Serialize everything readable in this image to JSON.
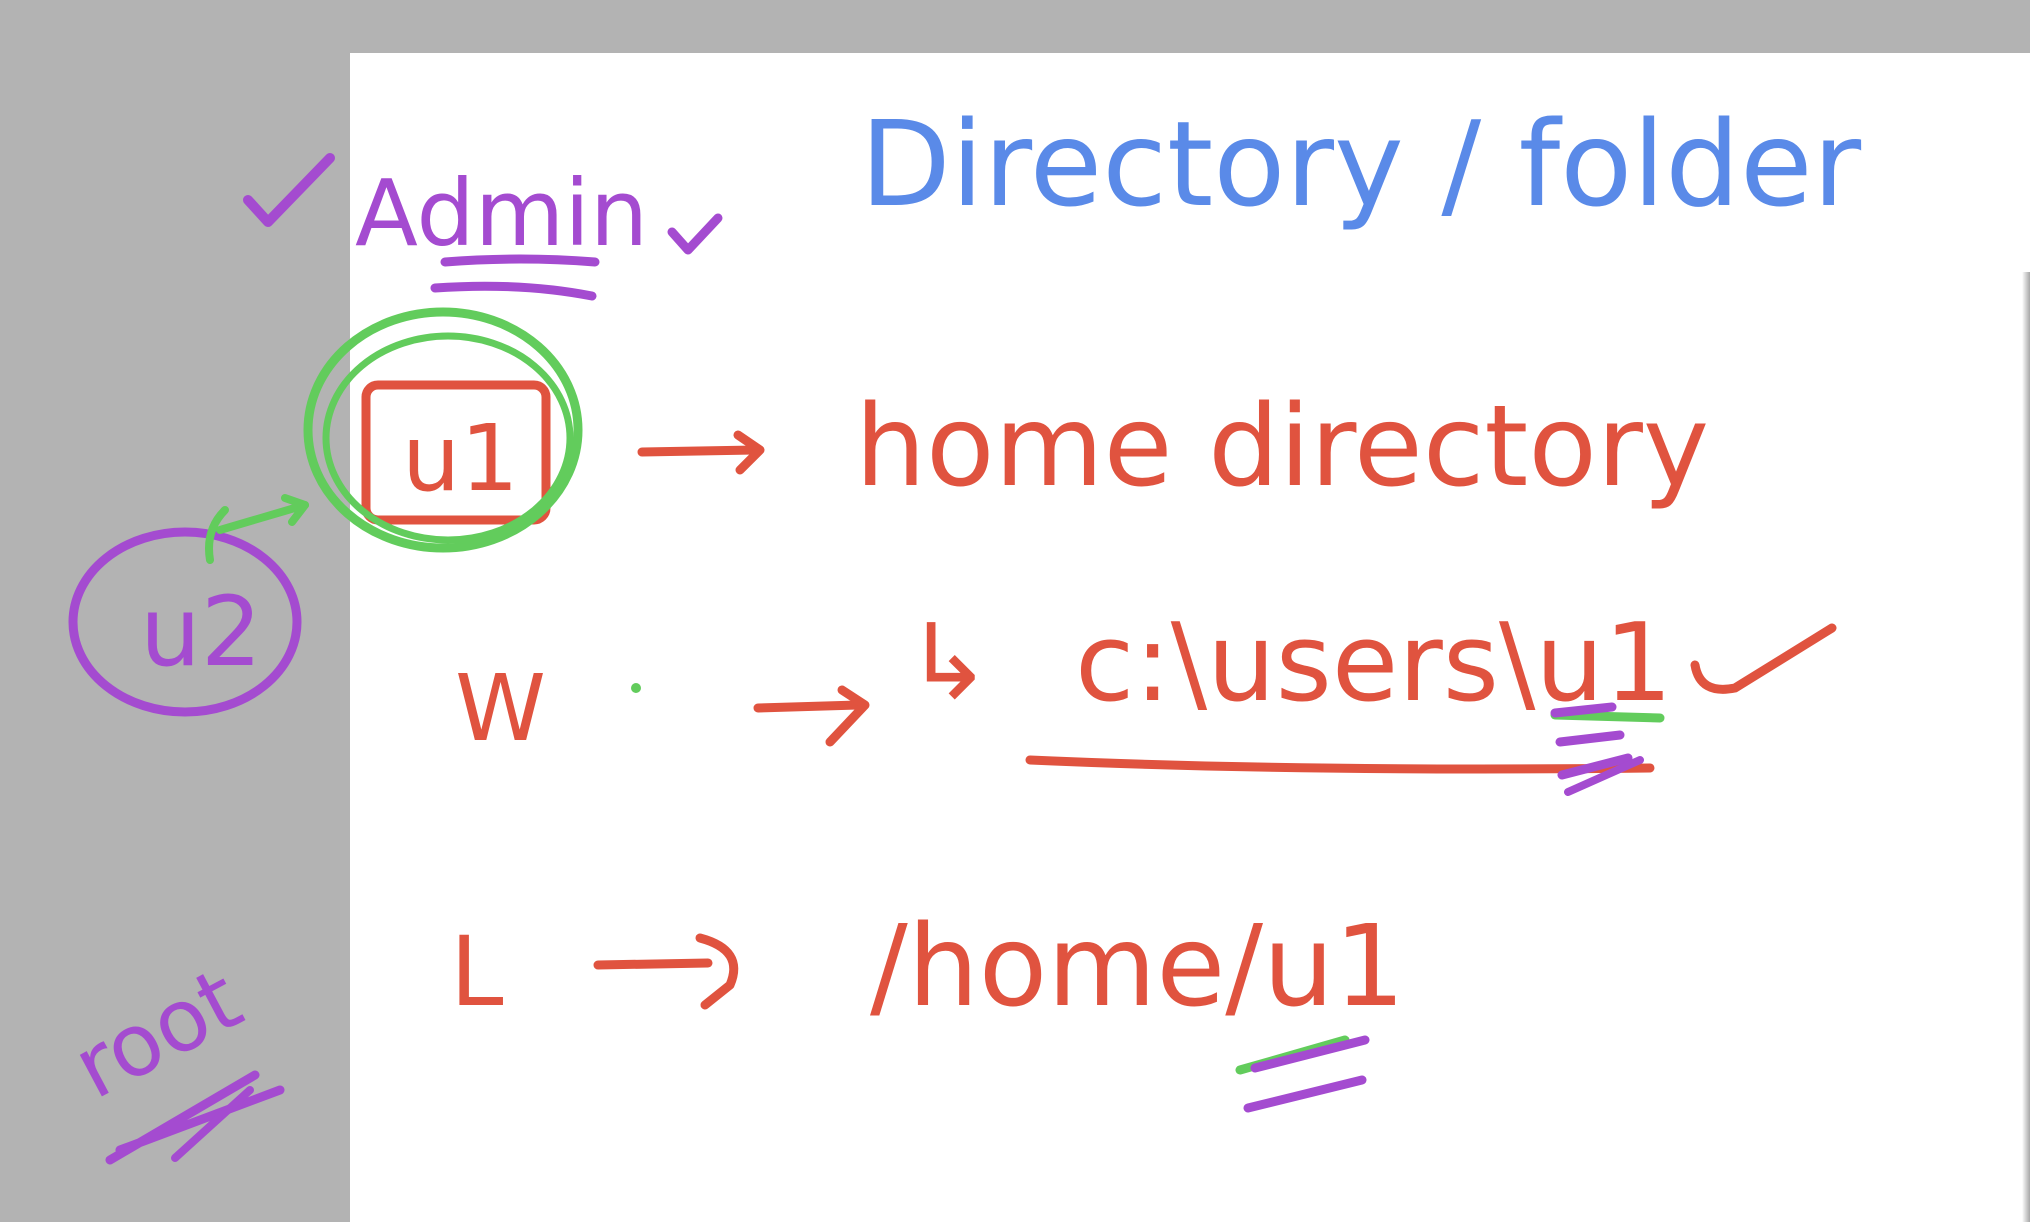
{
  "colors": {
    "background": "#b3b3b3",
    "sheet": "#ffffff",
    "blue": "#5a8ae8",
    "purple": "#a44bd0",
    "red": "#e0533f",
    "green": "#62cc5c"
  },
  "title": "Directory / folder",
  "nodes": {
    "admin": "Admin",
    "u1": "u1",
    "u2": "u2",
    "home_directory": "home directory",
    "windows": "W",
    "windows_path_prefix": "↳",
    "windows_path": "c:\\users\\u1",
    "linux": "L",
    "linux_path": "/home/u1",
    "root": "root"
  },
  "icons": {
    "checkmark": "checkmark-icon",
    "arrow": "arrow-right-icon"
  }
}
